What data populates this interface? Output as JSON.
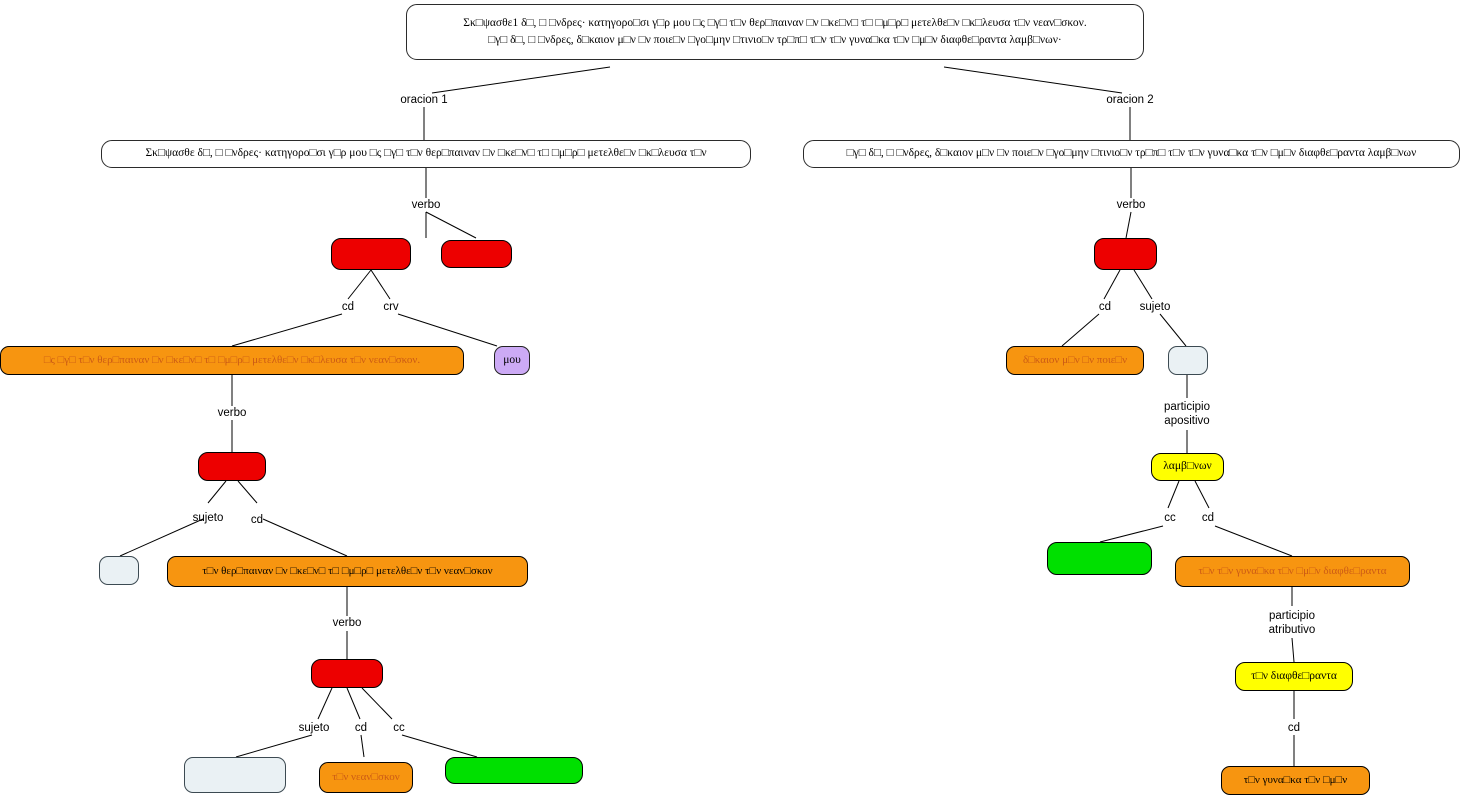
{
  "diagram": {
    "title": "Analisis sintactico - arbol de oraciones griegas",
    "type": "syntax-tree",
    "note": "Greek text renders with missing-glyph boxes for accented vowels"
  },
  "colors": {
    "orange": "#f79510",
    "orange_dim_text": "#cc5b15",
    "red": "#ed0000",
    "green": "#00e000",
    "yellow": "#ffff00",
    "purple": "#ccaaf5",
    "empty": "#eaf1f4",
    "edge": "#000000",
    "border": "#2b2b2b"
  },
  "root": {
    "line1": "Σκ□ψασθε1 δ□, □ □νδρες· κατηγορο□σι γ□ρ μου □ς □γ□ τ□ν θερ□παιναν □ν □κε□ν□ τ□ □μ□ρ□ μετελθε□ν □κ□λευσα τ□ν νεαν□σκον.",
    "line2": "□γ□ δ□, □ □νδρες, δ□καιον μ□ν □ν ποιε□ν □γο□μην □τινιο□ν τρ□π□ τ□ν τ□ν γυνα□κα τ□ν □μ□ν διαφθε□ραντα λαμβ□νων·"
  },
  "edge_labels": {
    "oracion1": "oracion 1",
    "oracion2": "oracion 2",
    "verbo": "verbo",
    "cd": "cd",
    "cc": "cc",
    "crv": "crv",
    "sujeto": "sujeto",
    "participio_apositivo_l1": "participio",
    "participio_apositivo_l2": "apositivo",
    "participio_atributivo_l1": "participio",
    "participio_atributivo_l2": "atributivo"
  },
  "left_tree": {
    "clause": "Σκ□ψασθε δ□, □ □νδρες· κατηγορο□σι γ□ρ μου □ς □γ□ τ□ν θερ□παιναν □ν □κε□ν□ τ□ □μ□ρ□ μετελθε□ν □κ□λευσα τ□ν",
    "verb_node_a": "",
    "verb_node_b": "",
    "cd_orange": "□ς □γ□ τ□ν θερ□παιναν □ν □κε□ν□ τ□ □μ□ρ□ μετελθε□ν □κ□λευσα τ□ν νεαν□σκον.",
    "crv_purple": "μου",
    "verb_node_c": "",
    "sujeto_empty_1": "",
    "cd_orange_2": "τ□ν θερ□παιναν □ν □κε□ν□ τ□ □μ□ρ□ μετελθε□ν  τ□ν νεαν□σκον",
    "verb_node_d": "",
    "sujeto_empty_2": "",
    "cd_orange_3": "τ□ν νεαν□σκον",
    "cc_green": ""
  },
  "right_tree": {
    "clause": "□γ□ δ□, □ □νδρες, δ□καιον μ□ν □ν ποιε□ν □γο□μην □τινιο□ν τρ□π□ τ□ν τ□ν γυνα□κα τ□ν □μ□ν διαφθε□ραντα λαμβ□νων",
    "verb_node_a": "",
    "cd_orange": "δ□καιον μ□ν □ν ποιε□ν",
    "sujeto_empty": "",
    "yellow_participio": "λαμβ□νων",
    "cc_green": "",
    "cd_orange_2": "τ□ν τ□ν γυνα□κα τ□ν □μ□ν διαφθε□ραντα",
    "yellow_atributivo": "τ□ν  διαφθε□ραντα",
    "cd_orange_3": "τ□ν γυνα□κα τ□ν □μ□ν"
  }
}
